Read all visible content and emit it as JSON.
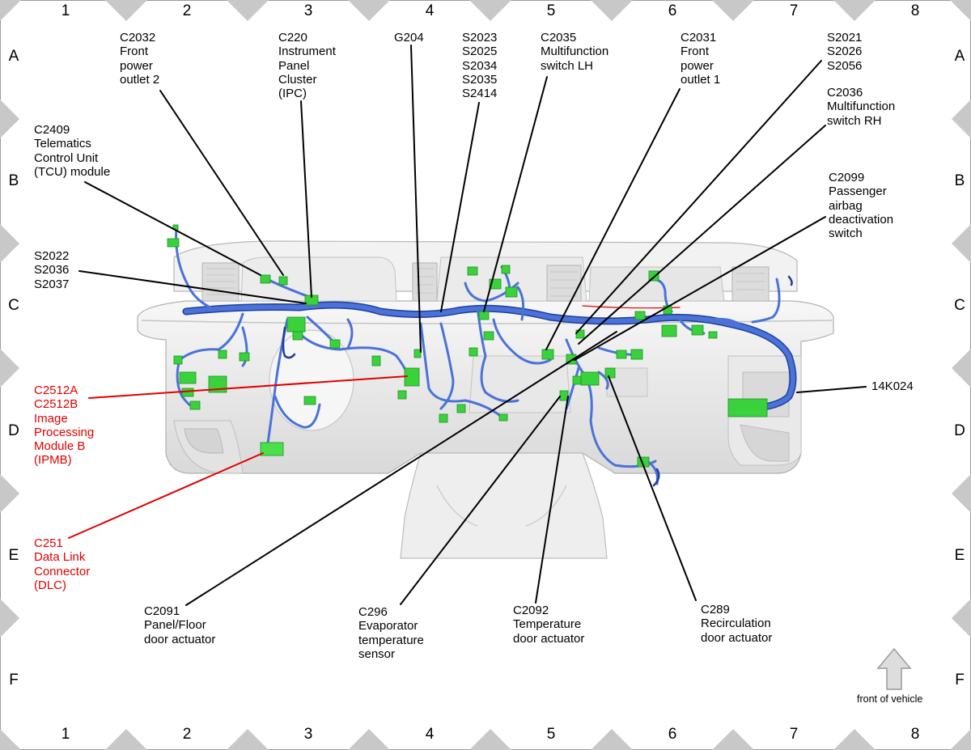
{
  "grid": {
    "columns": [
      "1",
      "2",
      "3",
      "4",
      "5",
      "6",
      "7",
      "8"
    ],
    "rows": [
      "A",
      "B",
      "C",
      "D",
      "E",
      "F"
    ]
  },
  "colors": {
    "harness": "#4a72d8",
    "harness_dark": "#1f3f9a",
    "connector": "#39d23c",
    "callout_black": "#000000",
    "callout_red": "#e00000",
    "panel_gray": "#ececec"
  },
  "callouts": [
    {
      "id": "c2032",
      "text": "C2032\nFront\npower\noutlet 2",
      "color": "black"
    },
    {
      "id": "c220",
      "text": "C220\nInstrument\nPanel\nCluster\n(IPC)",
      "color": "black"
    },
    {
      "id": "g204",
      "text": "G204",
      "color": "black"
    },
    {
      "id": "s2023",
      "text": "S2023\nS2025\nS2034\nS2035\nS2414",
      "color": "black"
    },
    {
      "id": "c2035",
      "text": "C2035\nMultifunction\nswitch LH",
      "color": "black"
    },
    {
      "id": "c2031",
      "text": "C2031\nFront\npower\noutlet 1",
      "color": "black"
    },
    {
      "id": "s2021",
      "text": "S2021\nS2026\nS2056",
      "color": "black"
    },
    {
      "id": "c2036",
      "text": "C2036\nMultifunction\nswitch RH",
      "color": "black"
    },
    {
      "id": "c2409",
      "text": "C2409\nTelematics\nControl Unit\n(TCU) module",
      "color": "black"
    },
    {
      "id": "c2099",
      "text": "C2099\nPassenger\nairbag\ndeactivation\nswitch",
      "color": "black"
    },
    {
      "id": "s2022",
      "text": "S2022\nS2036\nS2037",
      "color": "black"
    },
    {
      "id": "k14024",
      "text": "14K024",
      "color": "black"
    },
    {
      "id": "c2512",
      "text": "C2512A\nC2512B\nImage\nProcessing\nModule B\n(IPMB)",
      "color": "red"
    },
    {
      "id": "c251",
      "text": "C251\nData Link\nConnector\n(DLC)",
      "color": "red"
    },
    {
      "id": "c2091",
      "text": "C2091\nPanel/Floor\ndoor actuator",
      "color": "black"
    },
    {
      "id": "c296",
      "text": "C296\nEvaporator\ntemperature\nsensor",
      "color": "black"
    },
    {
      "id": "c2092",
      "text": "C2092\nTemperature\ndoor actuator",
      "color": "black"
    },
    {
      "id": "c289",
      "text": "C289\nRecirculation\ndoor actuator",
      "color": "black"
    }
  ],
  "orientation": {
    "label": "front of vehicle",
    "icon": "up-arrow-icon"
  }
}
